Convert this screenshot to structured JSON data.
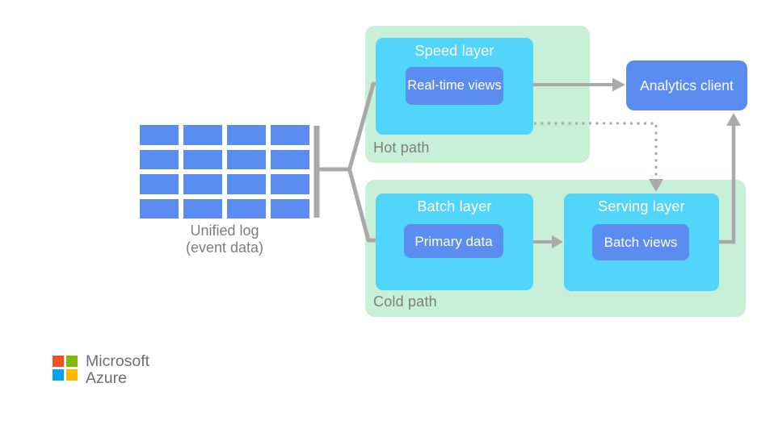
{
  "diagram": {
    "unified_log": {
      "title": "Unified log",
      "subtitle": "(event data)",
      "grid_rows": 4,
      "grid_cols": 4
    },
    "hot_path": {
      "label": "Hot path",
      "speed_layer": {
        "title": "Speed layer",
        "store": "Real-time views"
      }
    },
    "cold_path": {
      "label": "Cold path",
      "batch_layer": {
        "title": "Batch layer",
        "store": "Primary data"
      },
      "serving_layer": {
        "title": "Serving layer",
        "store": "Batch views"
      }
    },
    "analytics_client": {
      "label": "Analytics client"
    }
  },
  "footer_logo": {
    "company": "Microsoft",
    "product": "Azure"
  },
  "colors": {
    "path_bg": "#C8F0D8",
    "layer_bg": "#52D5FA",
    "node_bg": "#5B8CF0",
    "connector": "#A9A9A9",
    "label_text": "#7E7E7E",
    "logo_red": "#F25022",
    "logo_green": "#7FBA00",
    "logo_blue": "#00A4EF",
    "logo_yellow": "#FFB900"
  }
}
